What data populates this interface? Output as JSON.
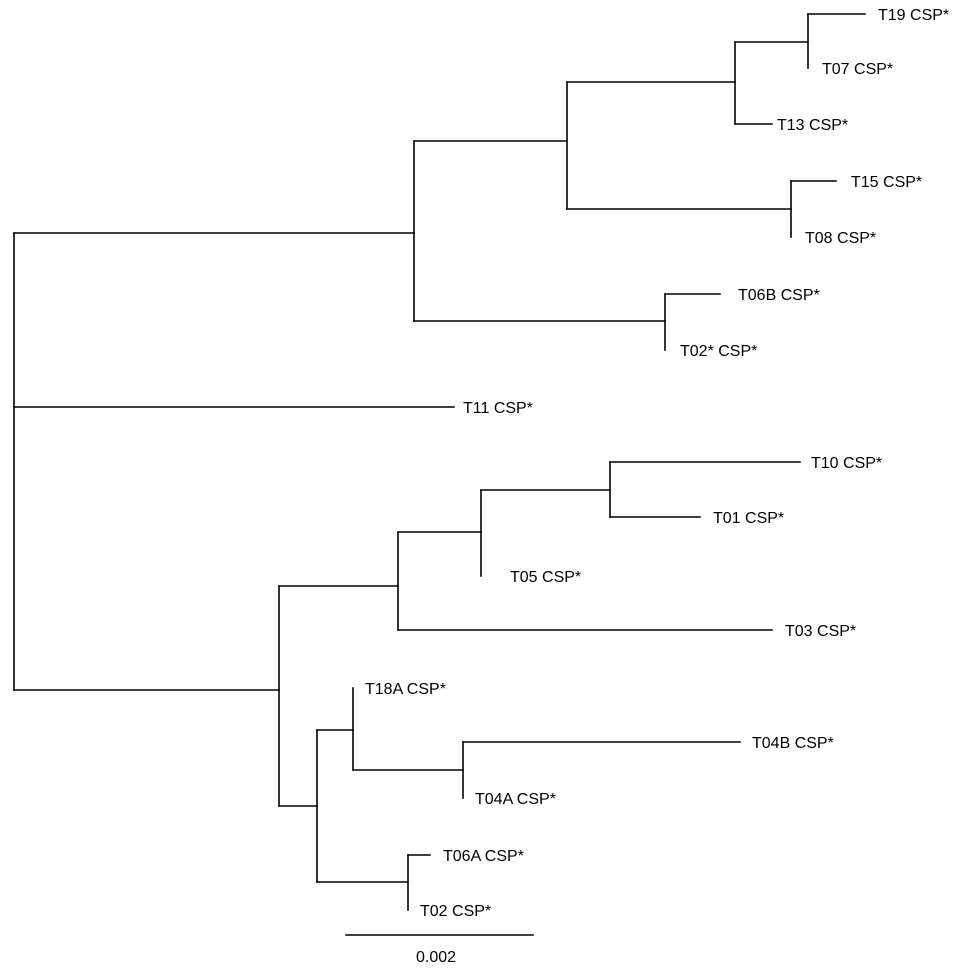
{
  "tree": {
    "taxa": [
      {
        "id": "t19",
        "label": "T19 CSP*"
      },
      {
        "id": "t07",
        "label": "T07 CSP*"
      },
      {
        "id": "t13",
        "label": "T13 CSP*"
      },
      {
        "id": "t15",
        "label": "T15 CSP*"
      },
      {
        "id": "t08",
        "label": "T08 CSP*"
      },
      {
        "id": "t06b",
        "label": "T06B CSP*"
      },
      {
        "id": "t02star",
        "label": "T02* CSP*"
      },
      {
        "id": "t11",
        "label": "T11 CSP*"
      },
      {
        "id": "t10",
        "label": "T10 CSP*"
      },
      {
        "id": "t01",
        "label": "T01 CSP*"
      },
      {
        "id": "t05",
        "label": "T05 CSP*"
      },
      {
        "id": "t03",
        "label": "T03 CSP*"
      },
      {
        "id": "t18a",
        "label": "T18A CSP*"
      },
      {
        "id": "t04b",
        "label": "T04B CSP*"
      },
      {
        "id": "t04a",
        "label": "T04A CSP*"
      },
      {
        "id": "t06a",
        "label": "T06A CSP*"
      },
      {
        "id": "t02",
        "label": "T02 CSP*"
      }
    ],
    "scale_bar": {
      "label": "0.002"
    }
  }
}
